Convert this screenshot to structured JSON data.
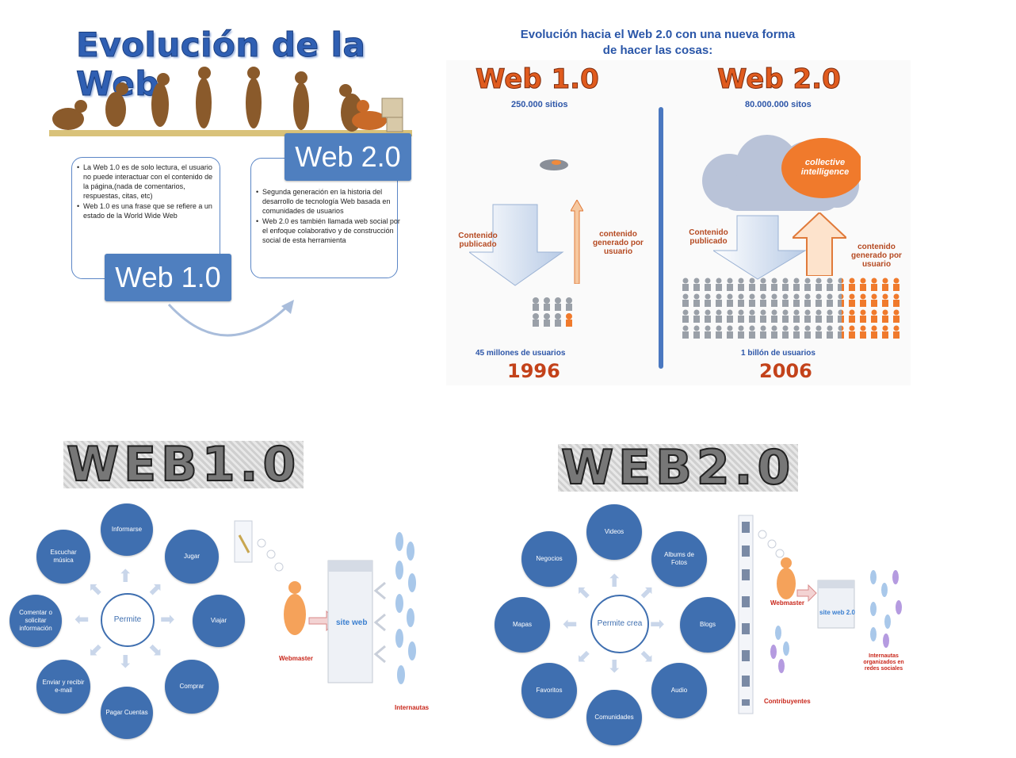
{
  "panel_evolucion": {
    "title": "Evolución de la Web",
    "web10_tag": "Web 1.0",
    "web20_tag": "Web 2.0",
    "web10_bullets": [
      "La Web 1.0 es de solo lectura, el usuario no puede interactuar con el contenido de la página,(nada de comentarios, respuestas, citas, etc)",
      "Web 1.0 es una frase que se refiere a un estado de la World Wide Web"
    ],
    "web20_bullets": [
      "Segunda generación en la historia del desarrollo de tecnología Web basada en comunidades de usuarios",
      "Web 2.0 es también llamada web social por el enfoque colaborativo y de construcción social de esta herramienta"
    ]
  },
  "panel_comparacion": {
    "title_line1": "Evolución hacia el Web 2.0 con una nueva forma",
    "title_line2": "de hacer las cosas:",
    "left": {
      "heading": "Web 1.0",
      "sites": "250.000 sitios",
      "down_label": "Contenido publicado",
      "up_label": "contenido generado por usuario",
      "users": "45 millones de usuarios",
      "year": "1996"
    },
    "right": {
      "heading": "Web 2.0",
      "sites": "80.000.000 sitos",
      "cloud_label": "collective intelligence",
      "down_label": "Contenido publicado",
      "up_label": "contenido generado por usuario",
      "users": "1 billón de usuarios",
      "year": "2006"
    }
  },
  "web10_diagram": {
    "logo": "WEB1.0",
    "hub": "Permite",
    "nodes": [
      "Informarse",
      "Jugar",
      "Viajar",
      "Comprar",
      "Pagar Cuentas",
      "Enviar y recibir e-mail",
      "Comentar o solicitar información",
      "Escuchar música"
    ],
    "webmaster_label": "Webmaster",
    "site_label": "site web",
    "users_label": "Internautas"
  },
  "web20_diagram": {
    "logo": "WEB2.0",
    "hub": "Permite crea",
    "nodes": [
      "Videos",
      "Albums de Fotos",
      "Blogs",
      "Audio",
      "Comunidades",
      "Favoritos",
      "Mapas",
      "Negocios"
    ],
    "webmaster_label": "Webmaster",
    "site_label": "site web 2.0",
    "users_label": "Internautas organizados en redes sociales",
    "contrib_label": "Contribuyentes"
  },
  "colors": {
    "accent_blue": "#3f6fb0",
    "orange": "#e05b1e",
    "title_blue": "#2f5fb3"
  }
}
